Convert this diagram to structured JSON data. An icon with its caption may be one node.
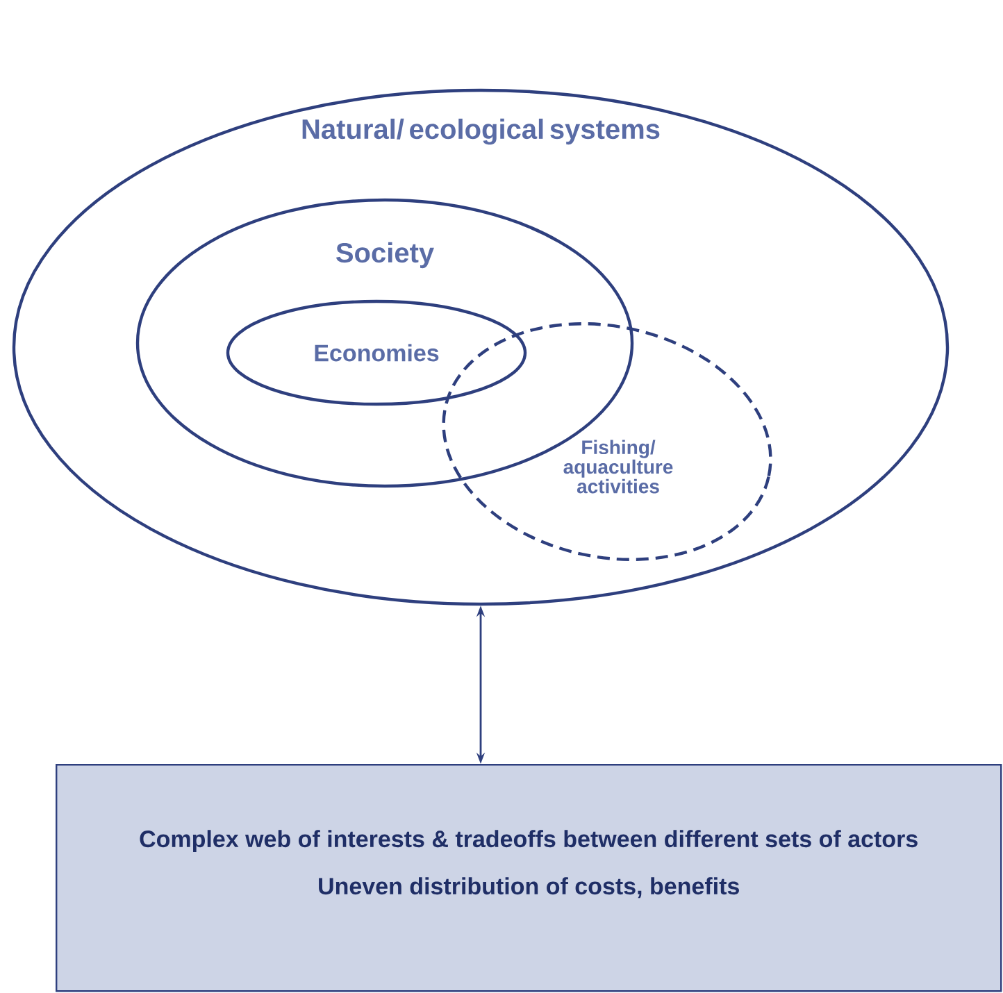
{
  "diagram": {
    "nodes": [
      {
        "text": [
          "Natural/ ecological systems"
        ]
      },
      {
        "text": [
          "Society"
        ],
        "in": 0
      },
      {
        "text": [
          "Economies"
        ],
        "in": 1
      },
      {
        "text": [
          "Fishing/ aquaculture activities"
        ],
        "in": 0
      },
      {
        "text": [
          "Complex web of interests & tradeoffs between different sets of actors",
          "Uneven distribution of costs, benefits"
        ]
      }
    ],
    "edges": [
      {
        "from": 0,
        "to": 4,
        "arrow": "both"
      }
    ]
  }
}
